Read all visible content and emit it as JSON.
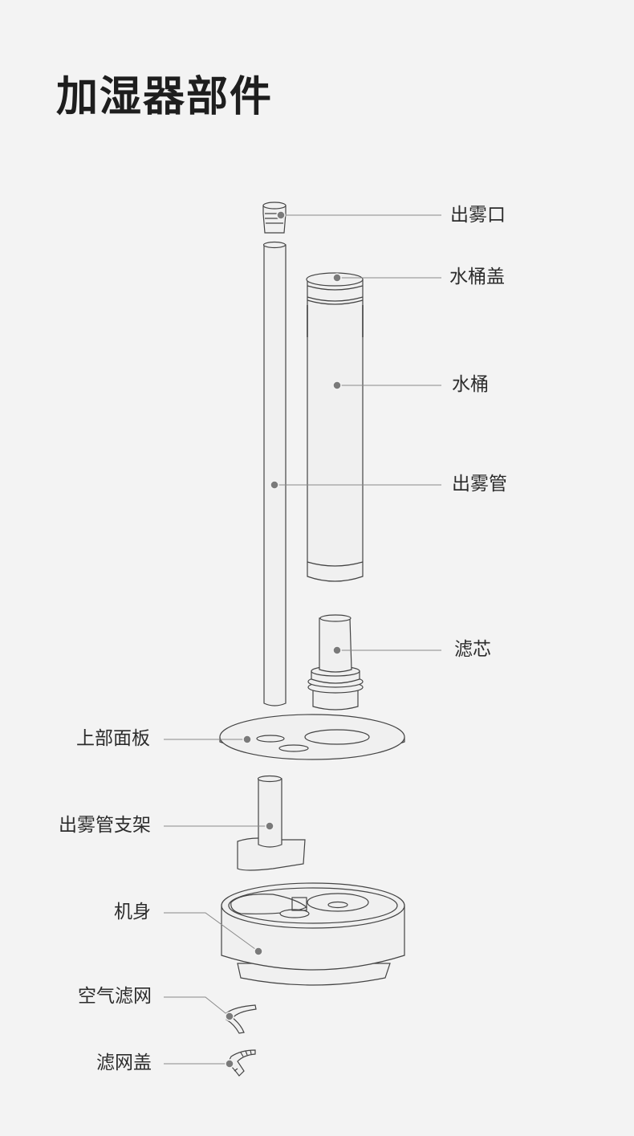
{
  "title": "加湿器部件",
  "parts": {
    "mist_outlet": "出雾口",
    "tank_lid": "水桶盖",
    "tank": "水桶",
    "mist_tube": "出雾管",
    "filter_core": "滤芯",
    "top_panel": "上部面板",
    "mist_tube_bracket": "出雾管支架",
    "body": "机身",
    "air_filter": "空气滤网",
    "filter_cover": "滤网盖"
  },
  "colors": {
    "background": "#f3f3f3",
    "line": "#444444",
    "leader": "#8a8a8a",
    "dot": "#7a7a7a",
    "part_fill": "#f0f0f0"
  }
}
